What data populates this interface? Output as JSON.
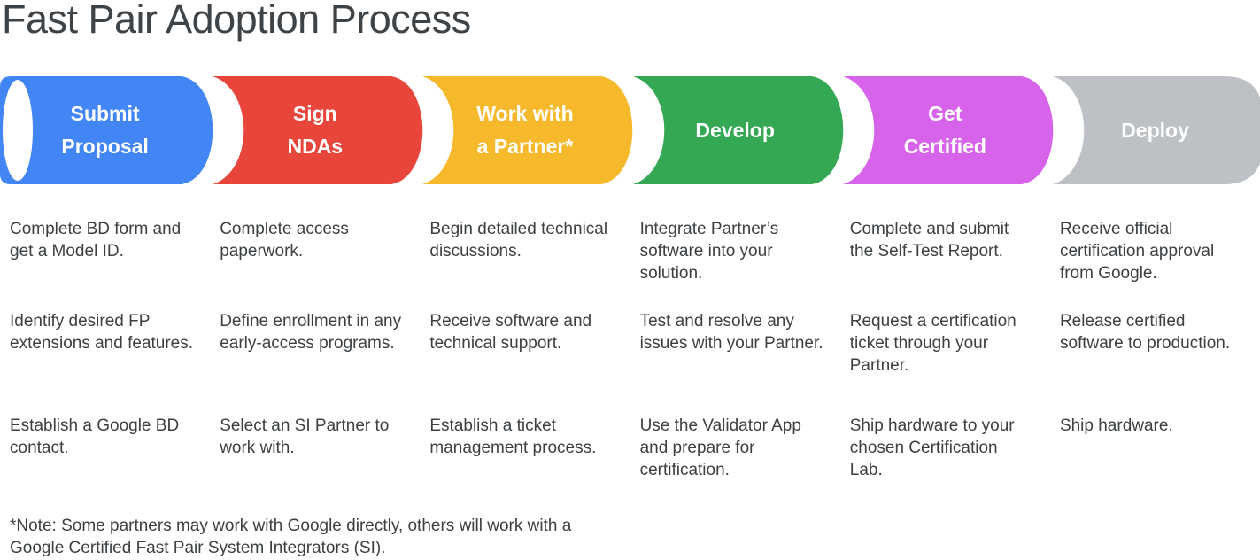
{
  "title": "Fast Pair Adoption Process",
  "palette": {
    "blue": "#4285F4",
    "red": "#E8463A",
    "yellow": "#F7B92C",
    "green": "#34A853",
    "magenta": "#D763EA",
    "gray": "#BDC1C6",
    "label_text": "#FFFFFF",
    "body_text": "#3C4043",
    "title_text": "#3E4347"
  },
  "stages": [
    {
      "label": "Submit Proposal",
      "color": "#4285F4",
      "items": [
        "Complete BD form and get a Model ID.",
        "Identify desired FP extensions and features.",
        "Establish a Google BD contact."
      ]
    },
    {
      "label": "Sign NDAs",
      "color": "#E8463A",
      "items": [
        "Complete access paperwork.",
        "Define enrollment in any early-access programs.",
        "Select an SI Partner to work with."
      ]
    },
    {
      "label": "Work with a Partner*",
      "color": "#F7B92C",
      "items": [
        "Begin detailed technical discussions.",
        "Receive software and technical support.",
        "Establish a ticket management process."
      ]
    },
    {
      "label": "Develop",
      "color": "#34A853",
      "items": [
        "Integrate Partner’s software into your solution.",
        "Test and resolve any issues with your Partner.",
        "Use the Validator App and prepare for certification."
      ]
    },
    {
      "label": "Get Certified",
      "color": "#D763EA",
      "items": [
        "Complete and submit the Self-Test Report.",
        "Request a certification ticket through your Partner.",
        "Ship hardware to your chosen Certification Lab."
      ]
    },
    {
      "label": "Deploy",
      "color": "#BDC1C6",
      "items": [
        "Receive official certification approval from Google.",
        "Release certified software to production.",
        "Ship hardware."
      ]
    }
  ],
  "footnote": "*Note: Some partners may work with Google directly, others will work with a Google Certified Fast Pair System Integrators (SI)."
}
